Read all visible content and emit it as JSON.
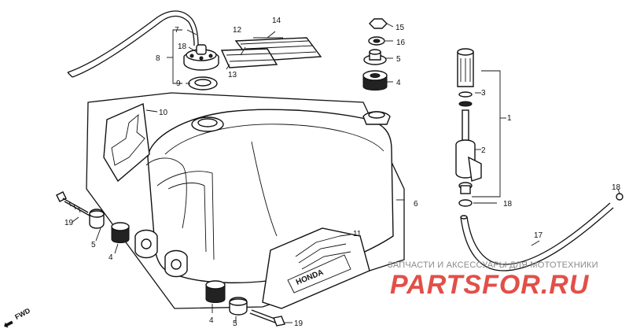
{
  "watermark": {
    "small_text": "ЗАПЧАСТИ И АКСЕССУАРЫ ДЛЯ МОТОТЕХНИКИ",
    "big_text": "PARTSFOR.RU"
  },
  "direction": {
    "label": "FWD",
    "icon": "arrow-fwd-icon"
  },
  "decals": {
    "brand_text": "HONDA"
  },
  "callouts": {
    "c1": "1",
    "c2": "2",
    "c3": "3",
    "c4a": "4",
    "c4b": "4",
    "c4c": "4",
    "c5a": "5",
    "c5b": "5",
    "c5c": "5",
    "c6": "6",
    "c7": "7",
    "c8": "8",
    "c9": "9",
    "c10": "10",
    "c11": "11",
    "c12": "12",
    "c13": "13",
    "c14": "14",
    "c15": "15",
    "c16": "16",
    "c17": "17",
    "c18a": "18",
    "c18b": "18",
    "c18c": "18",
    "c19a": "19",
    "c19b": "19"
  }
}
